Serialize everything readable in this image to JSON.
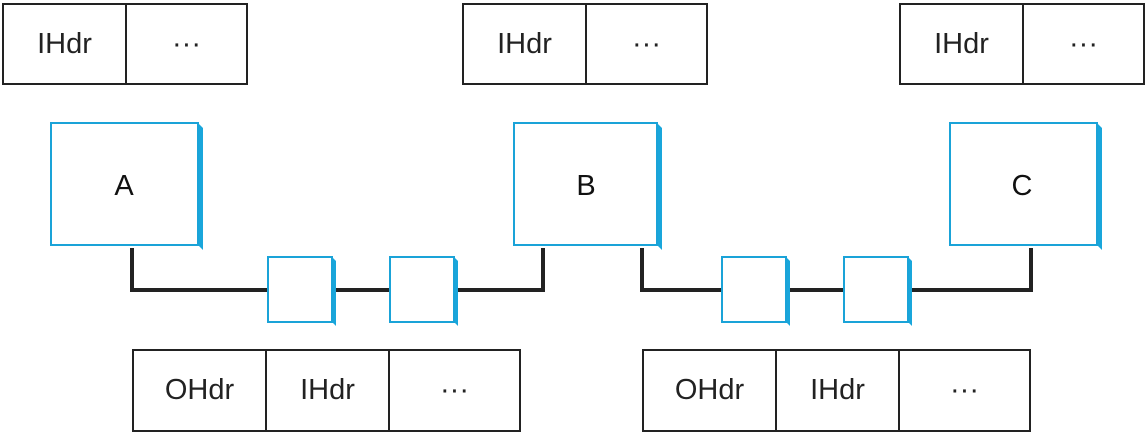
{
  "colors": {
    "box_stroke": "#1aa3d8",
    "box_depth": "#19a6db",
    "line": "#222222",
    "text": "#111111"
  },
  "nodes": [
    {
      "id": "A",
      "label": "A"
    },
    {
      "id": "B",
      "label": "B"
    },
    {
      "id": "C",
      "label": "C"
    }
  ],
  "top_packets": [
    {
      "cells": [
        "IHdr",
        "···"
      ]
    },
    {
      "cells": [
        "IHdr",
        "···"
      ]
    },
    {
      "cells": [
        "IHdr",
        "···"
      ]
    }
  ],
  "bottom_packets": [
    {
      "cells": [
        "OHdr",
        "IHdr",
        "···"
      ]
    },
    {
      "cells": [
        "OHdr",
        "IHdr",
        "···"
      ]
    }
  ]
}
